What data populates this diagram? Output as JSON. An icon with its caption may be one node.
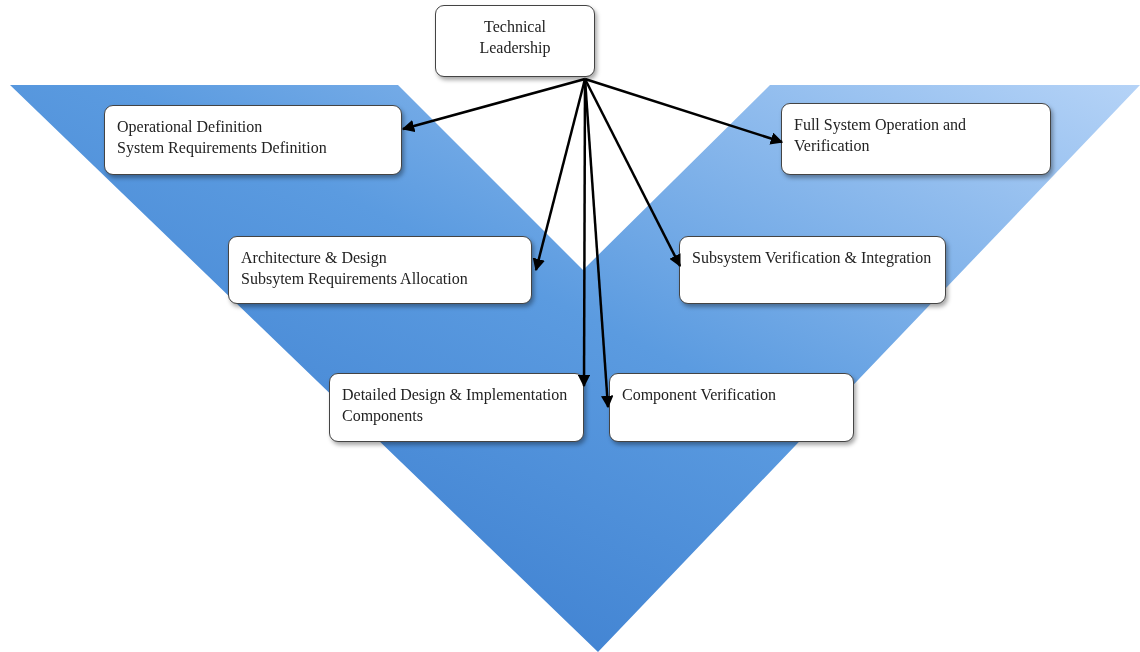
{
  "diagram": {
    "nodes": [
      {
        "text": [
          "Technical Leadership"
        ]
      },
      {
        "text": [
          "Operational Definition",
          "System Requirements Definition"
        ]
      },
      {
        "text": [
          "Full System Operation and Verification"
        ]
      },
      {
        "text": [
          "Architecture & Design",
          "Subsytem Requirements Allocation"
        ]
      },
      {
        "text": [
          "Subsystem Verification & Integration"
        ]
      },
      {
        "text": [
          "Detailed Design & Implementation Components"
        ]
      },
      {
        "text": [
          "Component Verification"
        ]
      }
    ],
    "edges": [
      {
        "from": 0,
        "to": 1,
        "arrow": "to"
      },
      {
        "from": 0,
        "to": 3,
        "arrow": "to"
      },
      {
        "from": 0,
        "to": 5,
        "arrow": "to"
      },
      {
        "from": 0,
        "to": 6,
        "arrow": "to"
      },
      {
        "from": 0,
        "to": 4,
        "arrow": "to"
      },
      {
        "from": 0,
        "to": 2,
        "arrow": "to"
      }
    ]
  }
}
